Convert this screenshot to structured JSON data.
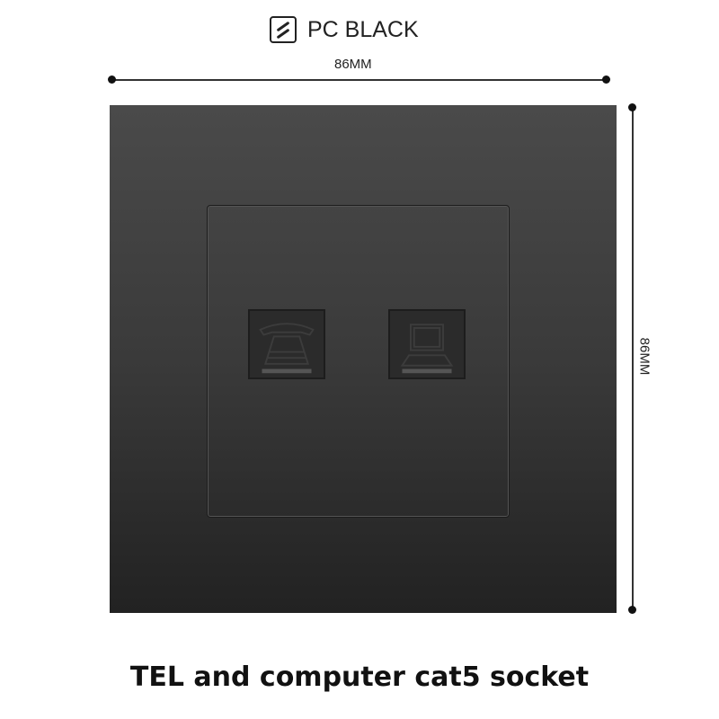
{
  "header": {
    "title": "PC BLACK",
    "icon": "pc-material-icon"
  },
  "dimensions": {
    "width_label": "86MM",
    "height_label": "86MM"
  },
  "product": {
    "sockets": [
      {
        "name": "telephone",
        "icon": "telephone-icon"
      },
      {
        "name": "computer",
        "icon": "computer-icon"
      }
    ]
  },
  "caption": "TEL and computer cat5 socket"
}
